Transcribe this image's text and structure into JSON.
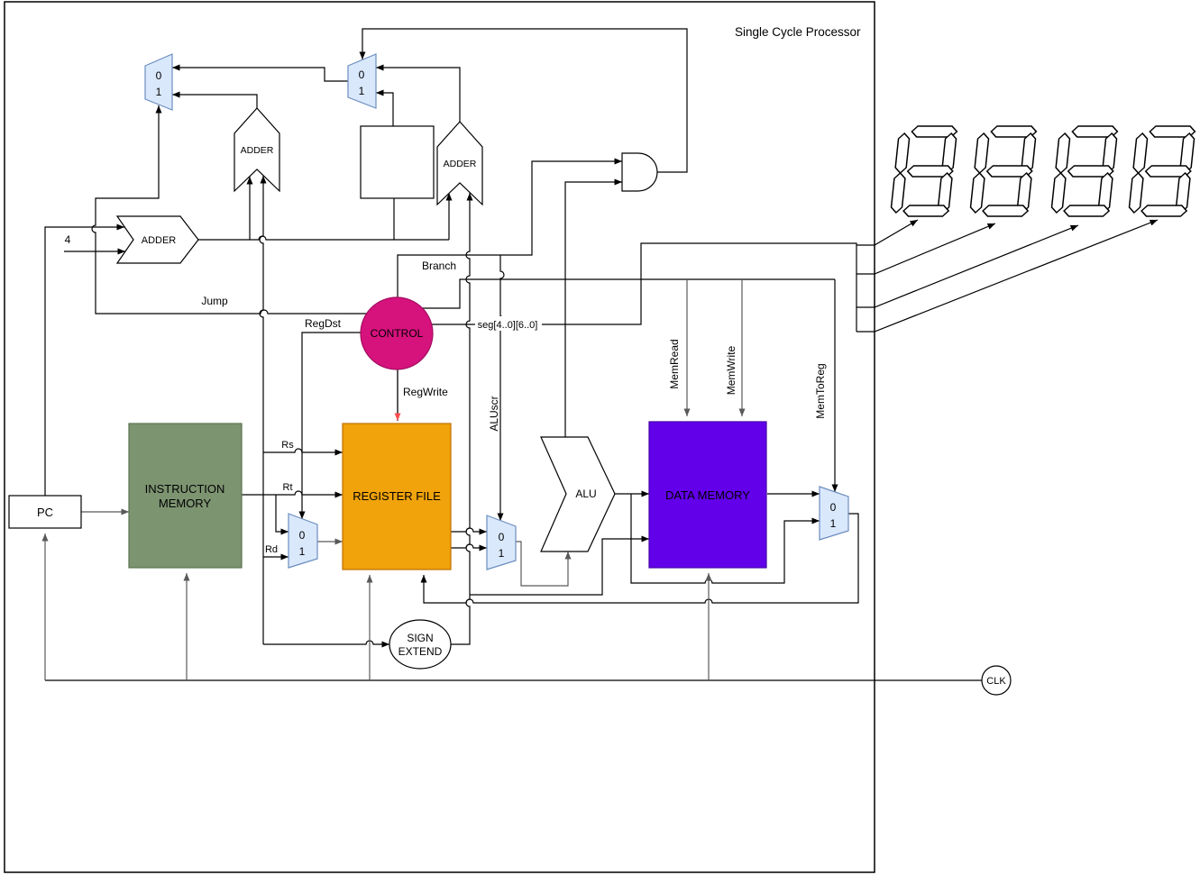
{
  "title": "Single Cycle Processor",
  "blocks": {
    "pc": "PC",
    "instruction_memory_line1": "INSTRUCTION",
    "instruction_memory_line2": "MEMORY",
    "register_file": "REGISTER FILE",
    "data_memory": "DATA MEMORY",
    "control": "CONTROL",
    "sign_extend_line1": "SIGN",
    "sign_extend_line2": "EXTEND",
    "alu": "ALU",
    "adder_pc": "ADDER",
    "adder_jump": "ADDER",
    "adder_branch": "ADDER",
    "clk": "CLK"
  },
  "signals": {
    "jump": "Jump",
    "branch": "Branch",
    "reg_dst": "RegDst",
    "reg_write": "RegWrite",
    "alu_src": "ALUscr",
    "mem_read": "MemRead",
    "mem_write": "MemWrite",
    "mem_to_reg": "MemToReg",
    "seg_bus": "seg[4..0][6..0]",
    "rs": "Rs",
    "rt": "Rt",
    "rd": "Rd",
    "const_four": "4"
  },
  "mux": {
    "zero": "0",
    "one": "1"
  },
  "colors": {
    "instruction_memory": "#7d9471",
    "instruction_memory_text": "#e9f2e0",
    "register_file": "#f0a30a",
    "register_file_text": "#5b2d00",
    "data_memory": "#6200ea",
    "data_memory_text": "#ffc9f0",
    "control": "#d6127d",
    "control_text": "#ffd9ec",
    "mux_fill": "#dae8fc",
    "reg_write_arrow": "#ff4d4d"
  }
}
